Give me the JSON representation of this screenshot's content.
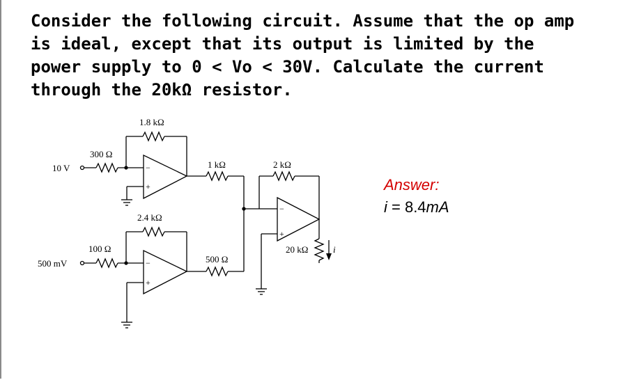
{
  "question": {
    "text": "Consider the following circuit. Assume that the op amp is ideal, except that its output is limited by the power supply to 0 < Vo < 30V. Calculate the current through the 20kΩ resistor."
  },
  "circuit": {
    "sources": {
      "top": "10 V",
      "bottom": "500 mV"
    },
    "resistors": {
      "r_300": "300 Ω",
      "r_1k8": "1.8 kΩ",
      "r_1k": "1 kΩ",
      "r_2k": "2 kΩ",
      "r_100": "100 Ω",
      "r_2k4": "2.4 kΩ",
      "r_500": "500 Ω",
      "r_20k": "20 kΩ"
    },
    "opamp_terminals": {
      "inverting": "−",
      "noninverting": "+"
    },
    "current_label": "i"
  },
  "answer": {
    "label": "Answer:",
    "prefix": "i",
    "value": " = 8.4",
    "unit": "mA"
  }
}
